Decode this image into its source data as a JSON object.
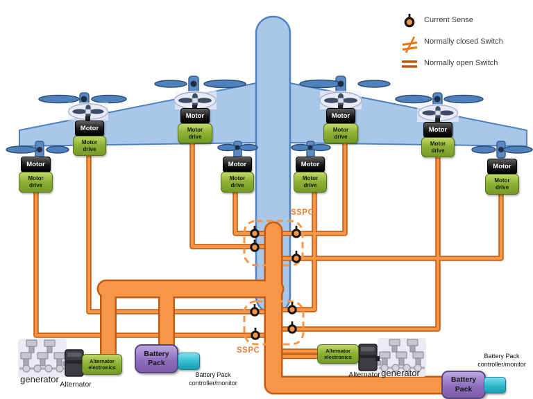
{
  "legend": {
    "current_sense": "Current Sense",
    "normally_closed": "Normally closed Switch",
    "normally_open": "Normally open Switch"
  },
  "sspc": {
    "upper": "SSPC",
    "lower": "SSPC"
  },
  "motors": [
    {
      "motor": "Motor",
      "drive": "Motor drive"
    },
    {
      "motor": "Motor",
      "drive": "Motor drive"
    },
    {
      "motor": "Motor",
      "drive": "Motor drive"
    },
    {
      "motor": "Motor",
      "drive": "Motor drive"
    },
    {
      "motor": "Motor",
      "drive": "Motor drive"
    },
    {
      "motor": "Motor",
      "drive": "Motor drive"
    },
    {
      "motor": "Motor",
      "drive": "Motor drive"
    },
    {
      "motor": "Motor",
      "drive": "Motor drive"
    }
  ],
  "left_power": {
    "generator": "generator",
    "alternator": "Alternator",
    "alternator_electronics": "Alternator electronics",
    "battery_pack": "Battery Pack",
    "battery_controller": "Battery Pack controller/monitor"
  },
  "right_power": {
    "generator": "generator",
    "alternator": "Alternator",
    "alternator_electronics": "Alternator electronics",
    "battery_pack": "Battery Pack",
    "battery_controller": "Battery Pack controller/monitor"
  },
  "colors": {
    "bus_orange": "#f79646",
    "bus_border": "#c55a11",
    "airframe_blue": "#a9c7e9",
    "airframe_border": "#4f81bd",
    "drive_green": "#8fb236",
    "battery_purple": "#8f6fbd",
    "controller_cyan": "#2cb4c8",
    "sspc_label_orange": "#ed7d31"
  }
}
